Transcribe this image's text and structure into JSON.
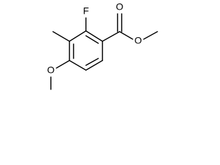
{
  "molecule": {
    "atom_labels": {
      "fluorine": "F",
      "carbonyl_oxygen": "O",
      "ester_oxygen": "O",
      "methoxy_oxygen": "O"
    }
  },
  "colors": {
    "bond": "#000000",
    "label": "#000000",
    "background": "#ffffff"
  }
}
